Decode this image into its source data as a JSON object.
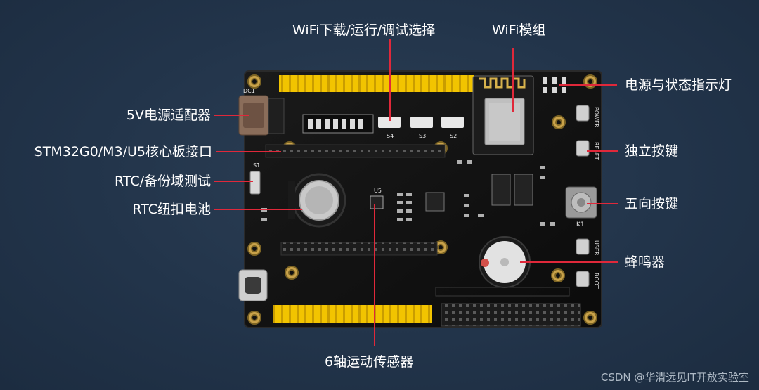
{
  "labels": {
    "wifi_mode_select": "WiFi下载/运行/调试选择",
    "wifi_module": "WiFi模组",
    "power_status_led": "电源与状态指示灯",
    "power_adapter": "5V电源适配器",
    "core_board_interface": "STM32G0/M3/U5核心板接口",
    "independent_keys": "独立按键",
    "rtc_backup_test": "RTC/备份域测试",
    "five_way_key": "五向按键",
    "rtc_battery": "RTC纽扣电池",
    "buzzer": "蜂鸣器",
    "imu_sensor": "6轴运动传感器"
  },
  "board_silk": {
    "power": "POWER",
    "reset": "RESET",
    "user": "USER",
    "boot": "BOOT",
    "k1": "K1",
    "s1": "S1",
    "s2": "S2",
    "s3": "S3",
    "s4": "S4",
    "u5": "U5",
    "dc1": "DC1"
  },
  "watermark": "CSDN @华清远见IT开放实验室",
  "colors": {
    "background": "#22344a",
    "pcb": "#111111",
    "header_yellow": "#f2c400",
    "leader_line": "#e0283a",
    "text": "#ffffff"
  }
}
